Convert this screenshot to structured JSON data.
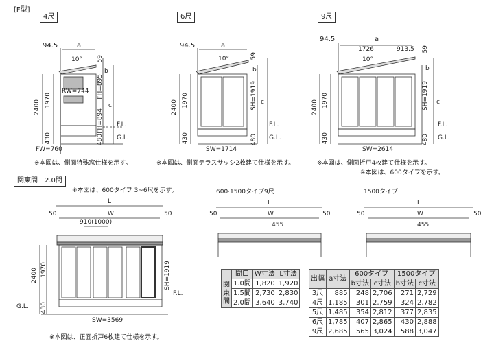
{
  "header": {
    "type_label": "[F型]"
  },
  "side_views": [
    {
      "size": "4尺",
      "overhang": "94.5",
      "a": "a",
      "angle": "10°",
      "top": "59",
      "b": "b",
      "c": "c",
      "h_total": "2400",
      "h_main": "1970",
      "h_base": "430",
      "h_floor": "480",
      "rw": "RW=744",
      "fh1": "FH=895",
      "fh2": "FH=894",
      "bottom_width": "FW=760",
      "fl": "F.L.",
      "gl": "G.L.",
      "caption": "※本図は、側面特殊窓仕様を示す。"
    },
    {
      "size": "6尺",
      "overhang": "94.5",
      "a": "a",
      "angle": "10°",
      "top": "59",
      "b": "b",
      "c": "c",
      "h_total": "2400",
      "h_main": "1970",
      "h_base": "430",
      "h_floor": "480",
      "sh": "SH=1919",
      "bottom_width": "SW=1714",
      "fl": "F.L.",
      "gl": "G.L.",
      "caption": "※本図は、側面テラスサッシ2枚建て仕様を示す。"
    },
    {
      "size": "9尺",
      "overhang": "94.5",
      "a": "a",
      "a1": "1726",
      "a2": "913.5",
      "angle": "10°",
      "top": "59",
      "b": "b",
      "c": "c",
      "h_total": "2400",
      "h_main": "1970",
      "h_base": "430",
      "h_floor": "480",
      "sh": "SH=1919",
      "bottom_width": "SW=2614",
      "fl": "F.L.",
      "gl": "G.L.",
      "caption": "※本図は、側面折戸4枚建て仕様を示す。",
      "caption2": "※本図は、600タイプを示す。"
    }
  ],
  "front": {
    "title": "関東間　2.0間",
    "caption_top": "※本図は、600タイプ 3~6尺を示す。",
    "L": "L",
    "W": "W",
    "side": "50",
    "module": "910(1000)",
    "h_total": "2400",
    "h_main": "1970",
    "h_base": "430",
    "sh": "SH=1919",
    "fl": "F.L.",
    "gl": "G.L.",
    "sw": "SW=3569",
    "caption": "※本図は、正面折戸6枚建て仕様を示す。"
  },
  "plan_views": [
    {
      "title": "600·1500タイプ9尺",
      "L": "L",
      "W": "W",
      "side": "50",
      "module": "455"
    },
    {
      "title": "1500タイプ",
      "L": "L",
      "W": "W",
      "side": "50",
      "module": "455"
    }
  ],
  "width_table": {
    "row_group": "関東間",
    "headers": [
      "間口",
      "W寸法",
      "L寸法"
    ],
    "rows": [
      [
        "1.0間",
        "1,820",
        "1,920"
      ],
      [
        "1.5間",
        "2,730",
        "2,830"
      ],
      [
        "2.0間",
        "3,640",
        "3,740"
      ]
    ]
  },
  "depth_table": {
    "h_depth": "出幅",
    "h_a": "a寸法",
    "h_600": "600タイプ",
    "h_1500": "1500タイプ",
    "sub": [
      "b寸法",
      "c寸法",
      "b寸法",
      "c寸法"
    ],
    "rows": [
      [
        "3尺",
        "885",
        "248",
        "2,706",
        "271",
        "2,729"
      ],
      [
        "4尺",
        "1,185",
        "301",
        "2,759",
        "324",
        "2,782"
      ],
      [
        "5尺",
        "1,485",
        "354",
        "2,812",
        "377",
        "2,835"
      ],
      [
        "6尺",
        "1,785",
        "407",
        "2,865",
        "430",
        "2,888"
      ],
      [
        "9尺",
        "2,685",
        "565",
        "3,024",
        "588",
        "3,047"
      ]
    ]
  }
}
